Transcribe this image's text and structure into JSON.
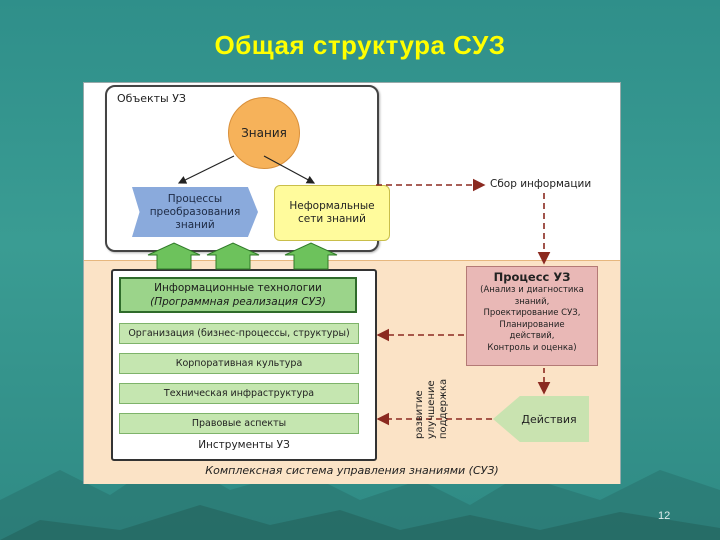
{
  "slide": {
    "title": "Общая структура СУЗ",
    "page_number": "12"
  },
  "diagram": {
    "objects_label": "Объекты УЗ",
    "knowledge": "Знания",
    "processes_lines": [
      "Процессы",
      "преобразования",
      "знаний"
    ],
    "informal_lines": [
      "Неформальные",
      "сети знаний"
    ],
    "info_collection": "Сбор информации",
    "process_title": "Процесс УЗ",
    "process_lines": [
      "(Анализ и диагностика",
      "знаний,",
      "Проектирование СУЗ,",
      "Планирование",
      "действий,",
      "Контроль и оценка)"
    ],
    "tools": {
      "main_line1": "Информационные технологии",
      "main_line2": "(Программная реализация СУЗ)",
      "items": [
        "Организация (бизнес-процессы, структуры)",
        "Корпоративная культура",
        "Техническая инфраструктура",
        "Правовые аспекты"
      ],
      "caption": "Инструменты УЗ"
    },
    "vertical_lines": [
      "развитие",
      "улучшение",
      "поддержка"
    ],
    "actions": "Действия",
    "system_caption": "Комплексная система управления знаниями (СУЗ)"
  },
  "colors": {
    "background": "#2f8f8a",
    "title": "#ffff00",
    "knowledge": "#f6b25a",
    "processes": "#8aaadc",
    "informal": "#fffb9c",
    "tools_green": "#9bd48a",
    "process_pink": "#e9b8b6",
    "bottom_zone": "#fbe3c6",
    "arrow_dark_red": "#8b2a20"
  }
}
